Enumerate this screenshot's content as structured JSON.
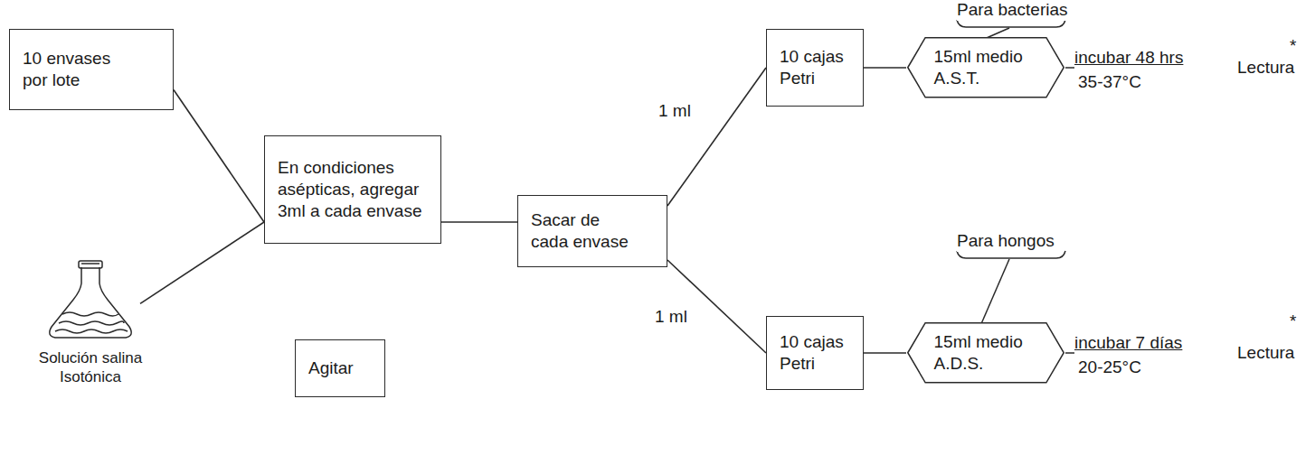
{
  "diagram": {
    "nodes": [
      {
        "text": [
          "10 envases por lote"
        ]
      },
      {
        "text": [
          "Solución salina Isotónica"
        ]
      },
      {
        "text": [
          "En condiciones asépticas, agregar 3ml a cada envase"
        ]
      },
      {
        "text": [
          "Agitar"
        ]
      },
      {
        "text": [
          "Sacar de cada envase"
        ]
      },
      {
        "text": [
          "10 cajas Petri"
        ]
      },
      {
        "text": [
          "15ml medio A.S.T."
        ]
      },
      {
        "text": [
          "10 cajas Petri"
        ]
      },
      {
        "text": [
          "15ml medio A.D.S."
        ]
      }
    ],
    "edges": [
      {
        "from": 0,
        "to": 2,
        "arrow": "none"
      },
      {
        "from": 1,
        "to": 2,
        "arrow": "none"
      },
      {
        "from": 2,
        "to": 4,
        "arrow": "none"
      },
      {
        "from": 4,
        "to": 5,
        "arrow": "none",
        "label": "1 ml"
      },
      {
        "from": 4,
        "to": 7,
        "arrow": "none",
        "label": "1 ml"
      },
      {
        "from": 5,
        "to": 6,
        "arrow": "none"
      },
      {
        "from": 7,
        "to": 8,
        "arrow": "none"
      }
    ],
    "labels": [
      "Para bacterias",
      "incubar 48 hrs",
      "35-37°C",
      "*",
      "Lectura",
      "Para hongos",
      "incubar 7 días",
      "20-25°C",
      "*",
      "Lectura"
    ]
  }
}
